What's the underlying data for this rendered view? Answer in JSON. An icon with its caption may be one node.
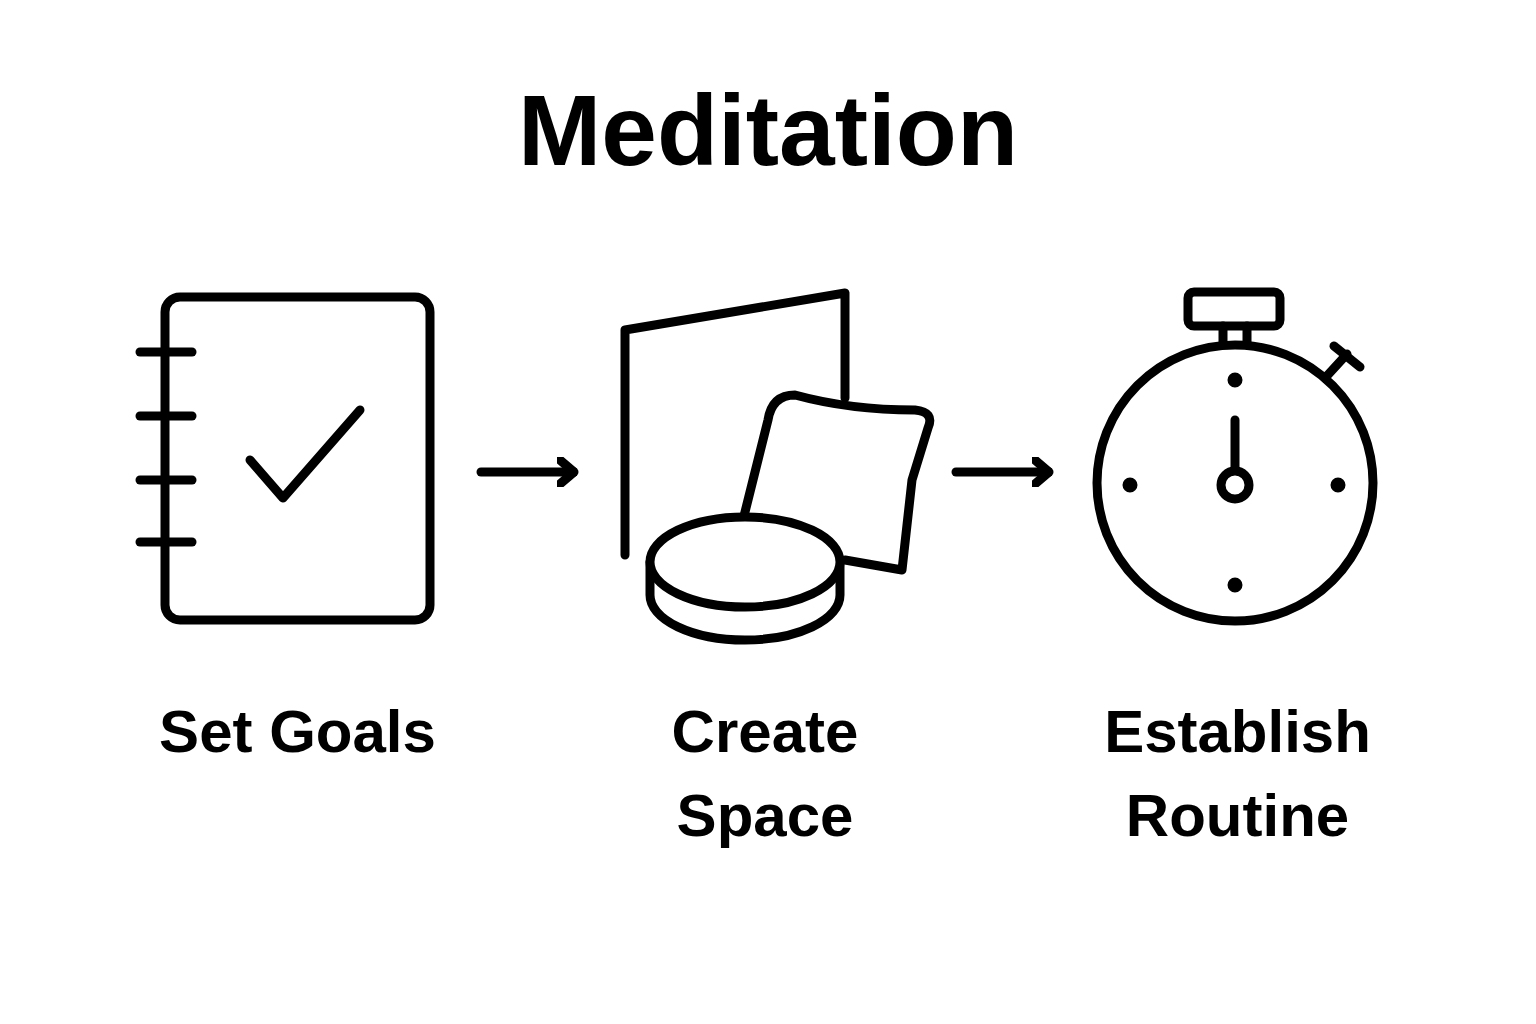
{
  "diagram": {
    "title": "Meditation",
    "nodes": [
      {
        "text": [
          "Set Goals"
        ]
      },
      {
        "text": [
          "Create Space"
        ]
      },
      {
        "text": [
          "Establish Routine"
        ]
      }
    ],
    "edges": [
      {
        "from": 0,
        "to": 1,
        "arrow": "to"
      },
      {
        "from": 1,
        "to": 2,
        "arrow": "to"
      }
    ]
  }
}
